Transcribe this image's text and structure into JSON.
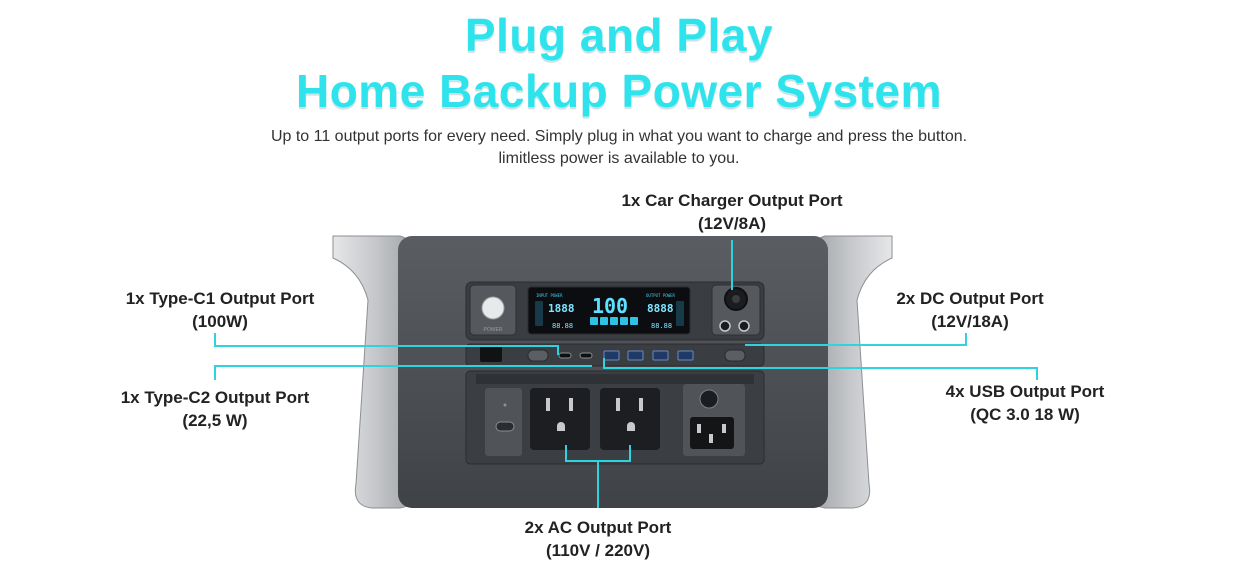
{
  "header": {
    "title_line1": "Plug and Play",
    "title_line2": "Home Backup Power System",
    "subtitle_line1": "Up to 11 output ports for every need. Simply plug in what you want to charge and press the button.",
    "subtitle_line2": "limitless power is available to you."
  },
  "callouts": {
    "car_charger": {
      "line1": "1x  Car Charger Output Port",
      "line2": "(12V/8A)"
    },
    "type_c1": {
      "line1": "1x Type-C1 Output Port",
      "line2": "(100W)"
    },
    "dc": {
      "line1": "2x DC Output Port",
      "line2": "(12V/18A)"
    },
    "type_c2": {
      "line1": "1x Type-C2 Output Port",
      "line2": "(22,5 W)"
    },
    "usb": {
      "line1": "4x USB Output Port",
      "line2": "(QC 3.0 18 W)"
    },
    "ac": {
      "line1": "2x AC Output Port",
      "line2": "(110V / 220V)"
    }
  },
  "display": {
    "center_value": "100",
    "input_label": "INPUT POWER",
    "output_label": "OUTPUT POWER",
    "input_value": "1888",
    "output_value": "8888",
    "small_left": "88.88",
    "small_right": "88.88",
    "power_label": "POWER"
  },
  "colors": {
    "title": "#2fe3ec",
    "callout_line": "#2fd3e0",
    "device_body": "#4a4d52",
    "device_side": "#c9cbce"
  }
}
